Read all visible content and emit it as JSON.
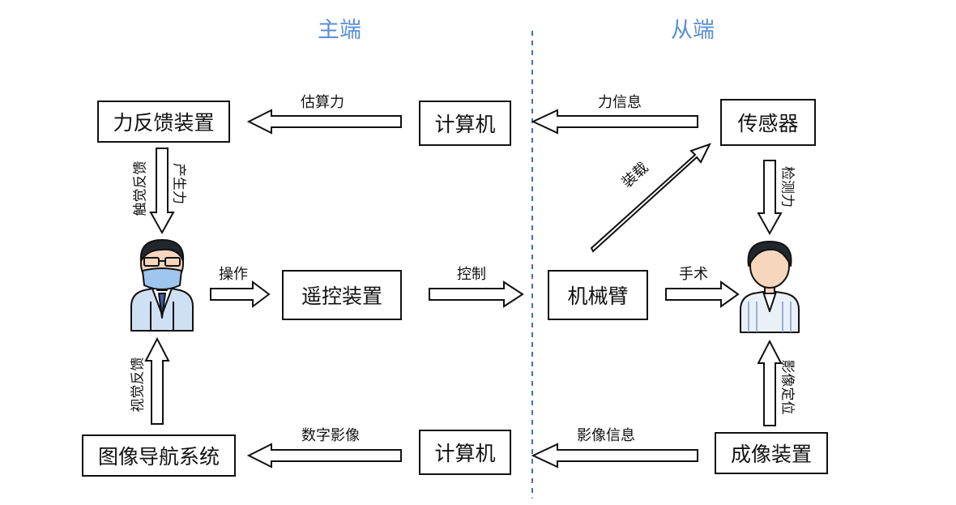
{
  "headers": {
    "master": "主端",
    "slave": "从端"
  },
  "boxes": {
    "force_feedback_device": "力反馈装置",
    "computer_top": "计算机",
    "sensor": "传感器",
    "remote_control_device": "遥控装置",
    "robotic_arm": "机械臂",
    "image_navigation_system": "图像导航系统",
    "computer_bottom": "计算机",
    "imaging_device": "成像装置"
  },
  "arrow_labels": {
    "estimated_force": "估算力",
    "force_info": "力信息",
    "tactile_feedback": "触觉反馈",
    "generate_force": "产生力",
    "mount": "装载",
    "detect_force": "检测力",
    "operate": "操作",
    "control": "控制",
    "surgery": "手术",
    "visual_feedback": "视觉反馈",
    "image_positioning": "影像定位",
    "digital_image": "数字影像",
    "image_info": "影像信息"
  },
  "colors": {
    "header": "#5b8fd6",
    "divider": "#3a6fc4",
    "line": "#111111"
  },
  "icons": {
    "doctor": "doctor-icon",
    "patient": "patient-icon"
  }
}
